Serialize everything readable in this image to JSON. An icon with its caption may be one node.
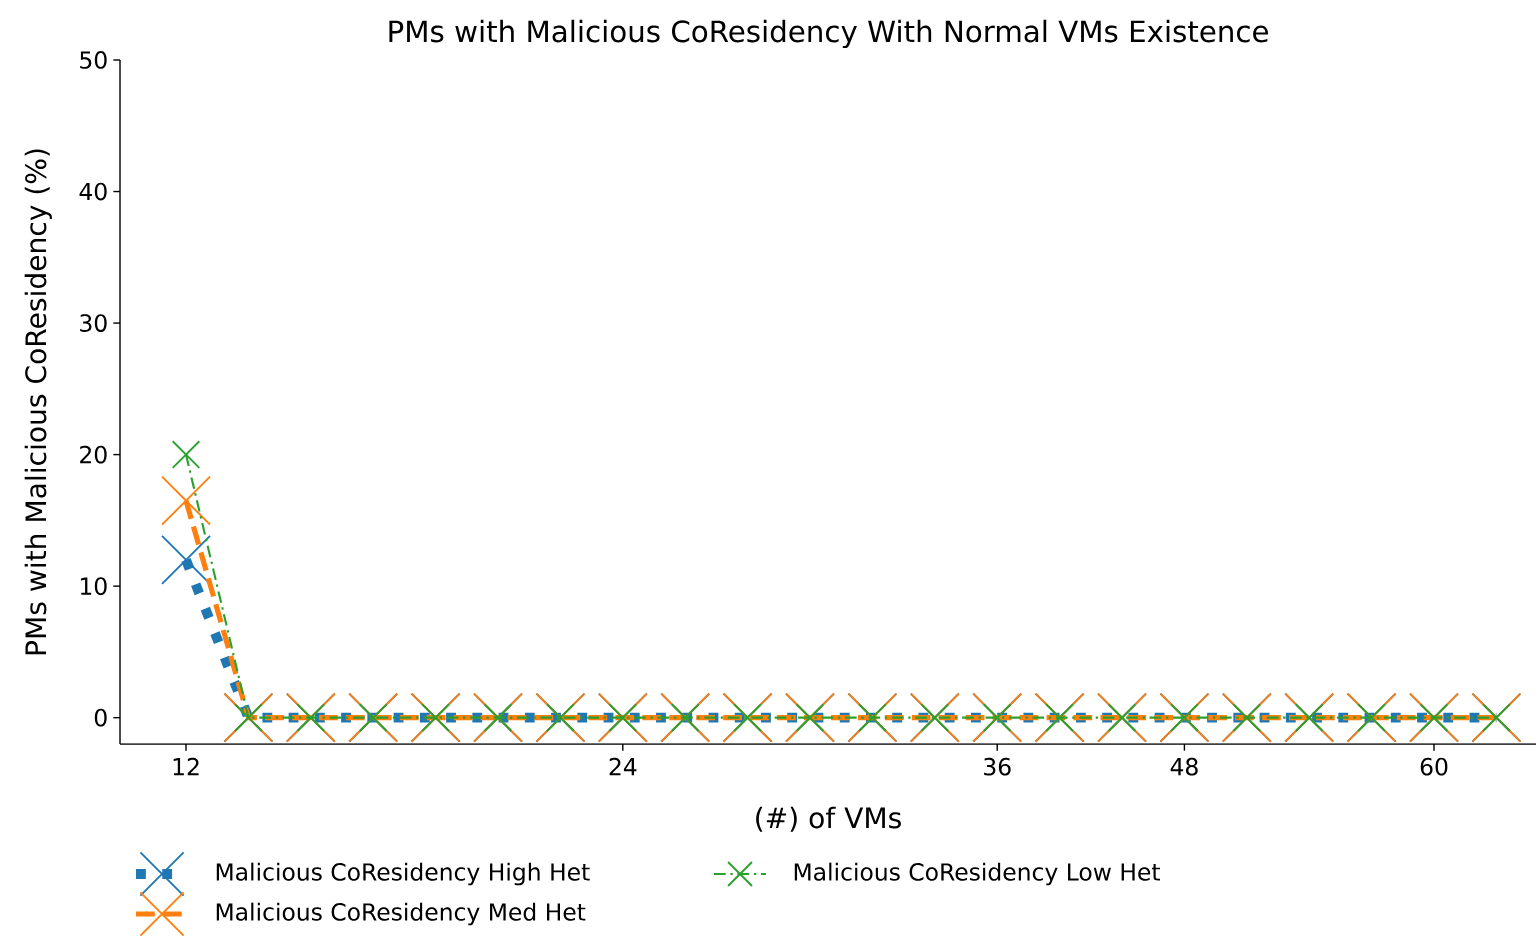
{
  "diagram": {
    "chart_data": {
      "type": "line",
      "title": "PMs with Malicious CoResidency With Normal VMs Existence",
      "xlabel": "(#) of VMs",
      "ylabel": "PMs with Malicious CoResidency (%)",
      "categories": [
        "12",
        null,
        null,
        null,
        null,
        null,
        null,
        "24",
        null,
        null,
        null,
        null,
        null,
        "36",
        null,
        null,
        "48",
        null,
        null,
        null,
        "60",
        null
      ],
      "series": [
        {
          "name": "Malicious CoResidency High Het",
          "color": "#1f77b4",
          "line_style": "dotted",
          "marker": "x",
          "values": [
            12,
            0,
            0,
            0,
            0,
            0,
            0,
            0,
            0,
            0,
            0,
            0,
            0,
            0,
            0,
            0,
            0,
            0,
            0,
            0,
            0,
            0
          ]
        },
        {
          "name": "Malicious CoResidency Med Het",
          "color": "#ff7f0e",
          "line_style": "dashed",
          "marker": "x",
          "values": [
            16.5,
            0,
            0,
            0,
            0,
            0,
            0,
            0,
            0,
            0,
            0,
            0,
            0,
            0,
            0,
            0,
            0,
            0,
            0,
            0,
            0,
            0
          ]
        },
        {
          "name": "Malicious CoResidency Low Het",
          "color": "#2ca02c",
          "line_style": "dashdot",
          "marker": "x",
          "values": [
            20,
            0,
            0,
            0,
            0,
            0,
            0,
            0,
            0,
            0,
            0,
            0,
            0,
            0,
            0,
            0,
            0,
            0,
            0,
            0,
            0,
            0
          ]
        }
      ],
      "legend": true,
      "ylim": [
        -2,
        50
      ],
      "yticks": [
        0,
        10,
        20,
        30,
        40,
        50
      ]
    }
  }
}
